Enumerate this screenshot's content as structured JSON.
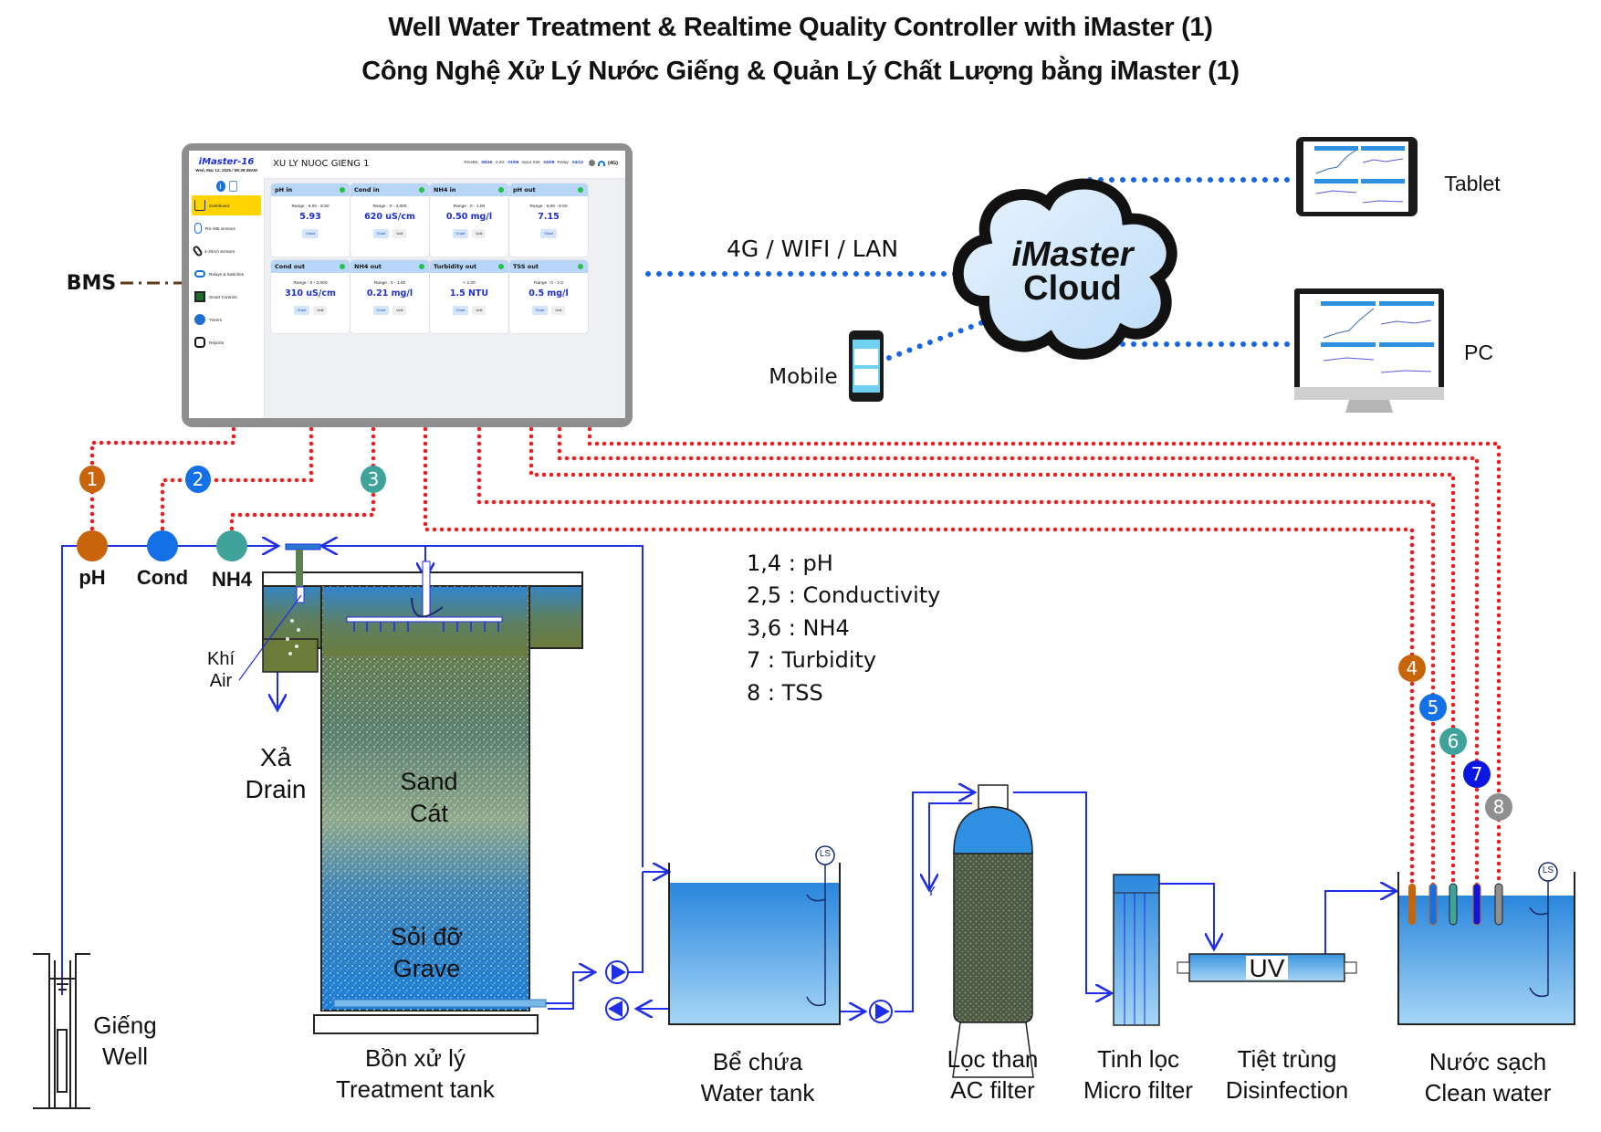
{
  "title": {
    "line1": "Well Water Treatment & Realtime Quality Controller with iMaster (1)",
    "line2": "Công Nghệ Xử Lý Nước Giếng & Quản Lý Chất Lượng bằng iMaster (1)"
  },
  "dashboard": {
    "brand": "iMaster-16",
    "datetime": "Wed, Mar 12, 2025 / 08:39:38AM",
    "page_title": "XU LY NUOC GIENG 1",
    "status": {
      "rs485_label": "RS485:",
      "rs485_value": "08/16",
      "ai_label": "4-20:",
      "ai_value": "01/06",
      "input_label": "Input SW:",
      "input_value": "04/08",
      "relay_label": "Relay:",
      "relay_value": "03/12",
      "network": "(4G)"
    },
    "nav": [
      {
        "label": "Dashboard",
        "icon": "home-icon",
        "active": true
      },
      {
        "label": "RS-485 sensors",
        "icon": "rs485-sensor-icon",
        "active": false
      },
      {
        "label": "4-20mA sensors",
        "icon": "analog-sensor-icon",
        "active": false
      },
      {
        "label": "Relays & Switches",
        "icon": "toggle-switch-icon",
        "active": false
      },
      {
        "label": "Smart Controls",
        "icon": "chip-icon",
        "active": false
      },
      {
        "label": "Timers",
        "icon": "timer-icon",
        "active": false
      },
      {
        "label": "Reports",
        "icon": "report-icon",
        "active": false
      }
    ],
    "cards": [
      {
        "title": "pH in",
        "range": "Range : 6.00 - 8.50",
        "value": "5.93",
        "buttons": [
          "Chart"
        ],
        "status": "online"
      },
      {
        "title": "Cond in",
        "range": "Range : 0 - 3,000",
        "value": "620 uS/cm",
        "buttons": [
          "Chart",
          "Unit"
        ],
        "status": "online"
      },
      {
        "title": "NH4 in",
        "range": "Range : 0 - 1.00",
        "value": "0.50 mg/l",
        "buttons": [
          "Chart",
          "Unit"
        ],
        "status": "online"
      },
      {
        "title": "pH out",
        "range": "Range : 6.00 - 8.50",
        "value": "7.15",
        "buttons": [
          "Chart"
        ],
        "status": "online"
      },
      {
        "title": "Cond out",
        "range": "Range : 0 - 3,000",
        "value": "310 uS/cm",
        "buttons": [
          "Chart",
          "Unit"
        ],
        "status": "online"
      },
      {
        "title": "NH4 out",
        "range": "Range : 0 - 1.00",
        "value": "0.21 mg/l",
        "buttons": [
          "Chart",
          "Unit"
        ],
        "status": "online"
      },
      {
        "title": "Turbidity out",
        "range": "< 2.00",
        "value": "1.5 NTU",
        "buttons": [
          "Chart",
          "Unit"
        ],
        "status": "online"
      },
      {
        "title": "TSS out",
        "range": "Range : 0 - 2.0",
        "value": "0.5 mg/l",
        "buttons": [
          "Chart",
          "Unit"
        ],
        "status": "online"
      }
    ]
  },
  "network": {
    "link_label": "4G / WIFI / LAN",
    "cloud_line1": "iMaster",
    "cloud_line2": "Cloud",
    "devices": {
      "tablet": "Tablet",
      "pc": "PC",
      "mobile": "Mobile"
    },
    "bms": "BMS"
  },
  "sensors_inlet": [
    {
      "badge": "1",
      "label": "pH",
      "color": "#c8640a"
    },
    {
      "badge": "2",
      "label": "Cond",
      "color": "#1470e6"
    },
    {
      "badge": "3",
      "label": "NH4",
      "color": "#3fa39b"
    }
  ],
  "sensors_outlet": [
    {
      "badge": "4",
      "color": "#c8640a"
    },
    {
      "badge": "5",
      "color": "#1470e6"
    },
    {
      "badge": "6",
      "color": "#3fa39b"
    },
    {
      "badge": "7",
      "color": "#0b17e0"
    },
    {
      "badge": "8",
      "color": "#8f8f8f"
    }
  ],
  "legend": [
    "1,4 : pH",
    "2,5 : Conductivity",
    "3,6 : NH4",
    "7 : Turbidity",
    "8 : TSS"
  ],
  "process": {
    "air": {
      "vi": "Khí",
      "en": "Air"
    },
    "drain": {
      "vi": "Xả",
      "en": "Drain"
    },
    "sand": {
      "en": "Sand",
      "vi": "Cát"
    },
    "gravel": {
      "vi": "Sỏi đỡ",
      "en": "Grave"
    },
    "level_switch": "LS",
    "uv": "UV",
    "valve_mark": "Y",
    "stages": [
      {
        "vi": "Giếng",
        "en": "Well"
      },
      {
        "vi": "Bồn xử lý",
        "en": "Treatment tank"
      },
      {
        "vi": "Bể chứa",
        "en": "Water tank"
      },
      {
        "vi": "Lọc than",
        "en": "AC filter"
      },
      {
        "vi": "Tinh lọc",
        "en": "Micro filter"
      },
      {
        "vi": "Tiệt trùng",
        "en": "Disinfection"
      },
      {
        "vi": "Nước sạch",
        "en": "Clean water"
      }
    ]
  },
  "colors": {
    "signal_wire": "#ee1c1c",
    "pipe": "#1f2ee8",
    "network_dots": "#1565e6",
    "water": "#2f8fe0",
    "card_ok": "#27c04a"
  }
}
